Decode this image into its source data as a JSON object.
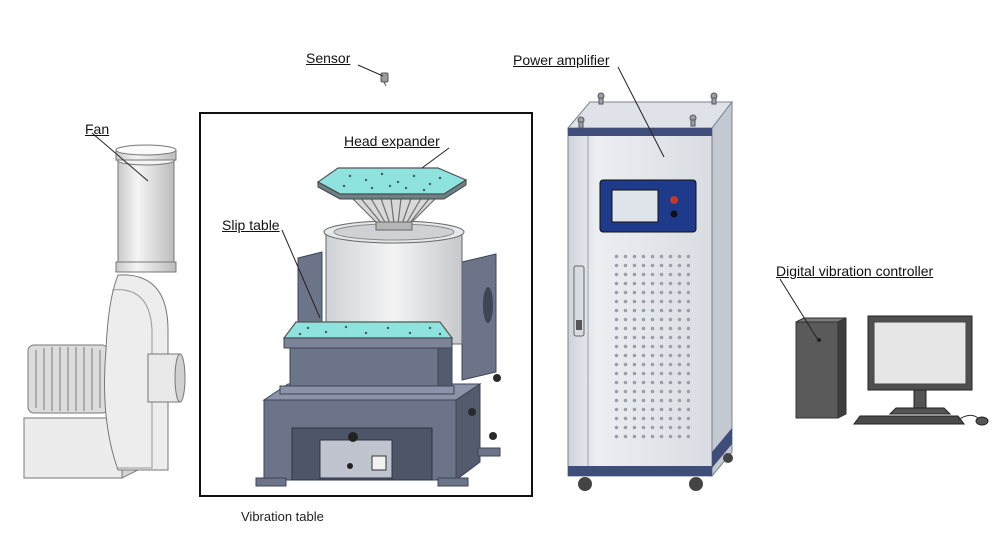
{
  "labels": {
    "sensor": "Sensor",
    "power_amplifier": "Power amplifier",
    "fan": "Fan",
    "head_expander": "Head expander",
    "slip_table": "Slip table",
    "digital_vibration_controller": "Digital vibration controller"
  },
  "captions": {
    "vibration_table": "Vibration table"
  },
  "colors": {
    "steel_blue": "#6b7488",
    "steel_dark": "#4d5568",
    "cabinet": "#e3e5ea",
    "panel_blue": "#1e3a8a",
    "table_top": "#8fe3de",
    "light_gray": "#e6e6e6",
    "dark_gray": "#5a5a5a"
  }
}
